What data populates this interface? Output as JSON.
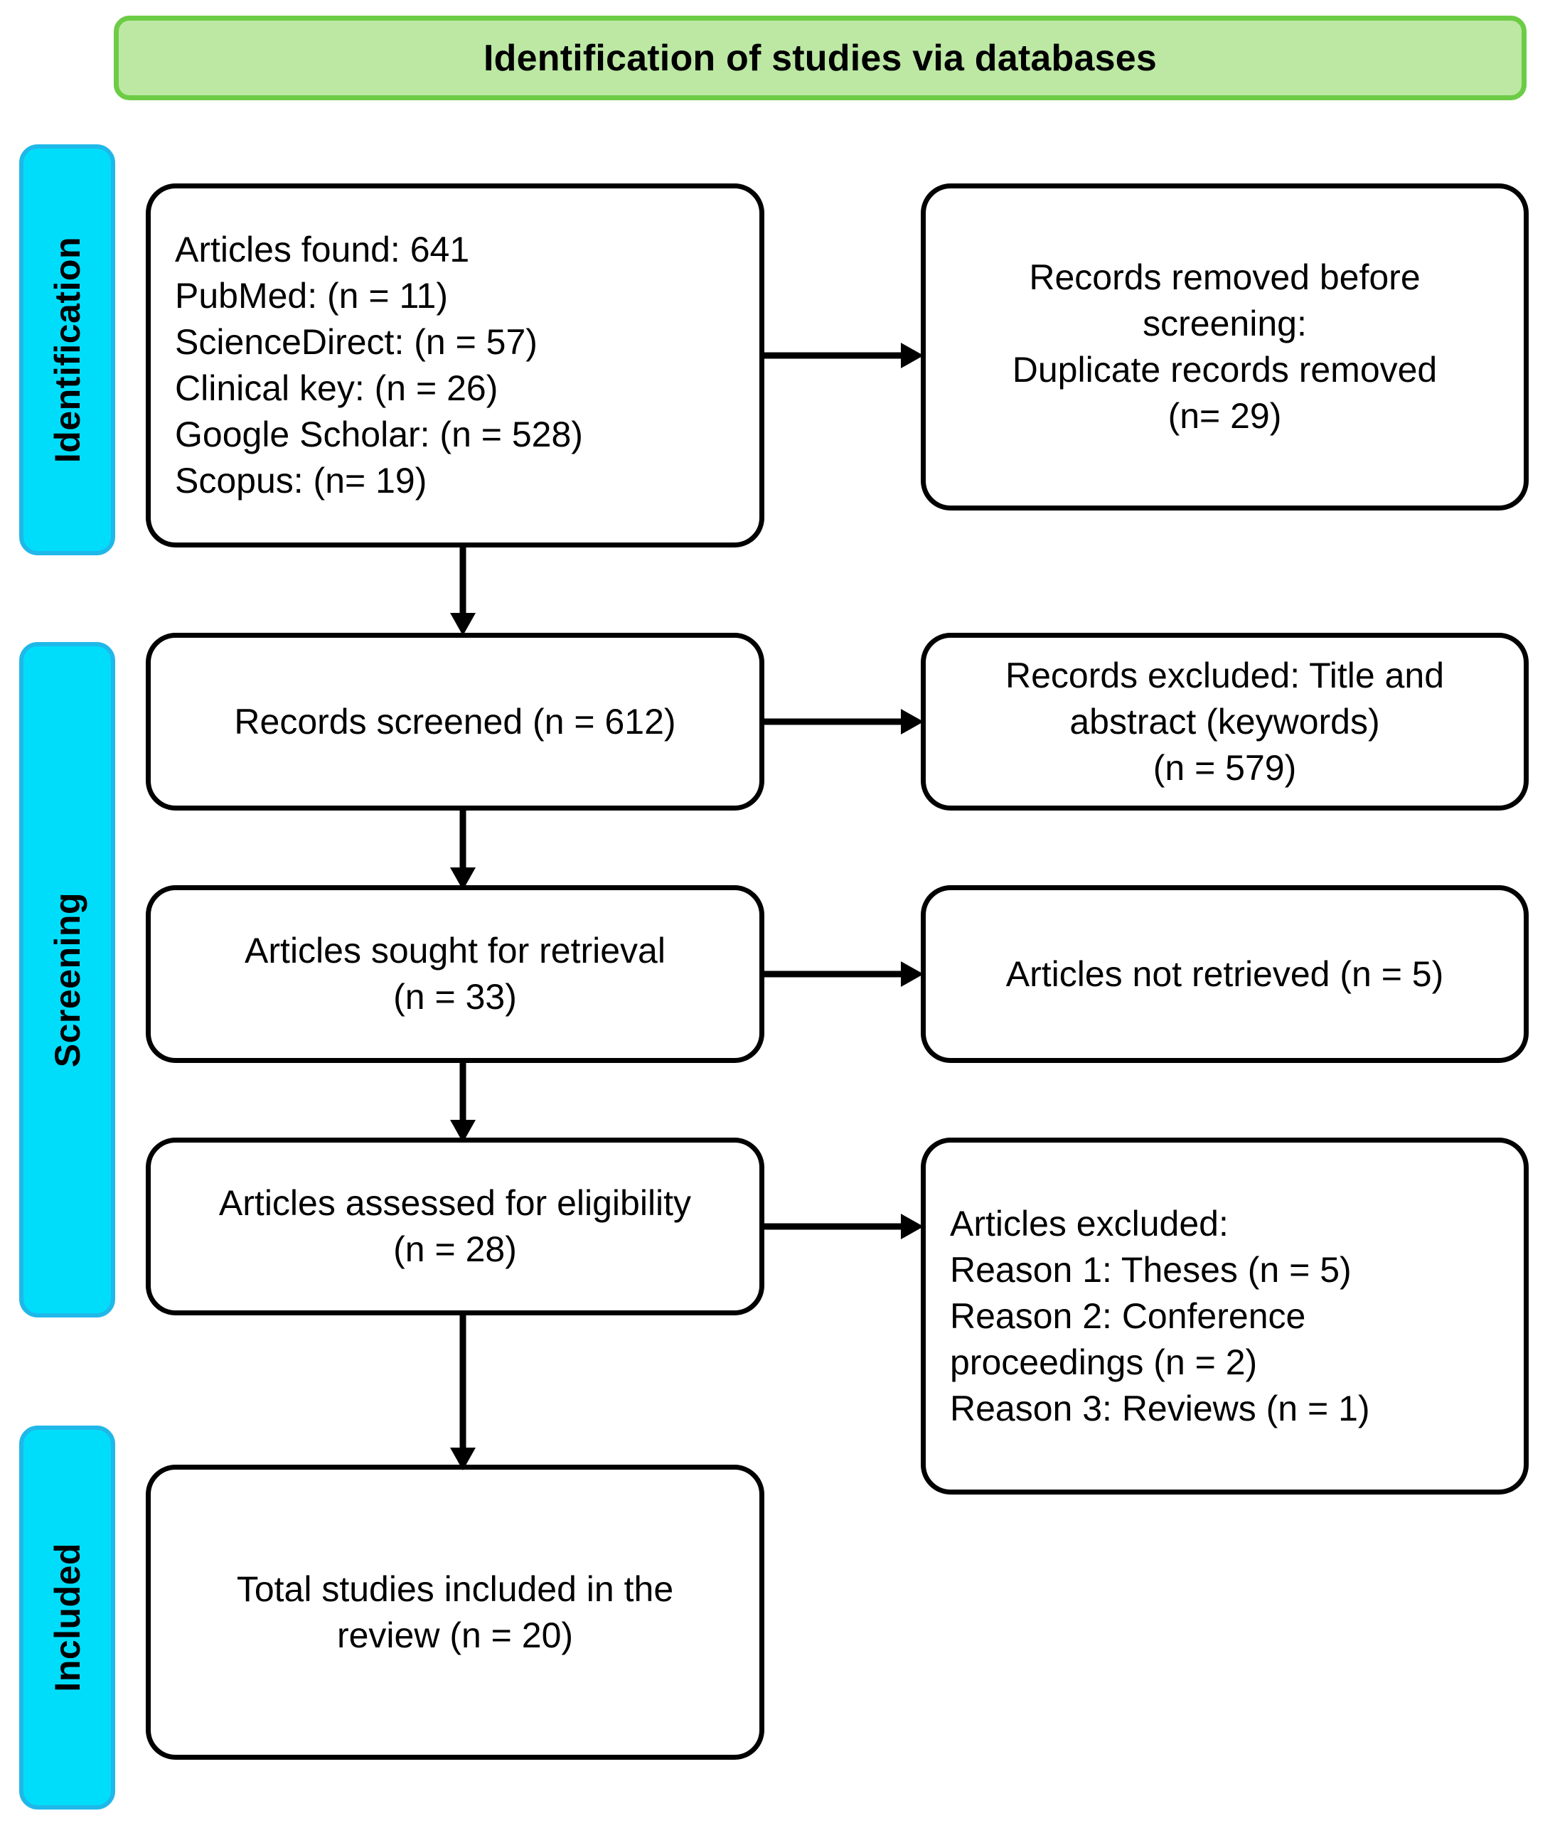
{
  "banner": {
    "title": "Identification of studies via databases",
    "fill": "#bce8a4",
    "border": "#6dcc45"
  },
  "stages": [
    {
      "label": "Identification"
    },
    {
      "label": "Screening"
    },
    {
      "label": "Included"
    }
  ],
  "stage_colors": {
    "fill": "#00ddfa",
    "border": "#1fb8e8"
  },
  "chart_data": {
    "type": "diagram",
    "title": "Identification of studies via databases",
    "nodes": [
      {
        "id": "records-identified",
        "column": "left",
        "stage": "Identification",
        "align": "left",
        "text": "Articles found: 641\nPubMed: (n = 11)\nScienceDirect: (n = 57)\nClinical key: (n = 26)\nGoogle Scholar: (n = 528)\nScopus: (n= 19)",
        "value": 641,
        "breakdown": [
          {
            "source": "PubMed",
            "n": 11
          },
          {
            "source": "ScienceDirect",
            "n": 57
          },
          {
            "source": "Clinical key",
            "n": 26
          },
          {
            "source": "Google Scholar",
            "n": 528
          },
          {
            "source": "Scopus",
            "n": 19
          }
        ]
      },
      {
        "id": "records-removed",
        "column": "right",
        "stage": "Identification",
        "align": "center",
        "text": "Records removed before\nscreening:\nDuplicate records removed\n(n= 29)",
        "value": 29
      },
      {
        "id": "records-screened",
        "column": "left",
        "stage": "Screening",
        "align": "center",
        "text": "Records screened (n = 612)",
        "value": 612
      },
      {
        "id": "records-excluded",
        "column": "right",
        "stage": "Screening",
        "align": "center",
        "text": "Records excluded: Title and\nabstract (keywords)\n(n = 579)",
        "value": 579
      },
      {
        "id": "articles-sought",
        "column": "left",
        "stage": "Screening",
        "align": "center",
        "text": "Articles sought for retrieval\n(n = 33)",
        "value": 33
      },
      {
        "id": "articles-not-retrieved",
        "column": "right",
        "stage": "Screening",
        "align": "center",
        "text": "Articles not retrieved (n = 5)",
        "value": 5
      },
      {
        "id": "articles-assessed",
        "column": "left",
        "stage": "Screening",
        "align": "center",
        "text": "Articles assessed for eligibility\n(n = 28)",
        "value": 28
      },
      {
        "id": "articles-excluded",
        "column": "right",
        "stage": "Screening",
        "align": "left",
        "text": "Articles excluded:\nReason 1: Theses (n = 5)\nReason 2: Conference\nproceedings (n = 2)\nReason 3: Reviews (n = 1)",
        "reasons": [
          {
            "label": "Reason 1: Theses",
            "n": 5
          },
          {
            "label": "Reason 2: Conference proceedings",
            "n": 2
          },
          {
            "label": "Reason 3: Reviews",
            "n": 1
          }
        ]
      },
      {
        "id": "studies-included",
        "column": "left",
        "stage": "Included",
        "align": "center",
        "text": "Total studies included in the\nreview (n = 20)",
        "value": 20
      }
    ],
    "edges": [
      {
        "from": "records-identified",
        "to": "records-removed",
        "direction": "right"
      },
      {
        "from": "records-identified",
        "to": "records-screened",
        "direction": "down"
      },
      {
        "from": "records-screened",
        "to": "records-excluded",
        "direction": "right"
      },
      {
        "from": "records-screened",
        "to": "articles-sought",
        "direction": "down"
      },
      {
        "from": "articles-sought",
        "to": "articles-not-retrieved",
        "direction": "right"
      },
      {
        "from": "articles-sought",
        "to": "articles-assessed",
        "direction": "down"
      },
      {
        "from": "articles-assessed",
        "to": "articles-excluded",
        "direction": "right"
      },
      {
        "from": "articles-assessed",
        "to": "studies-included",
        "direction": "down"
      }
    ]
  }
}
